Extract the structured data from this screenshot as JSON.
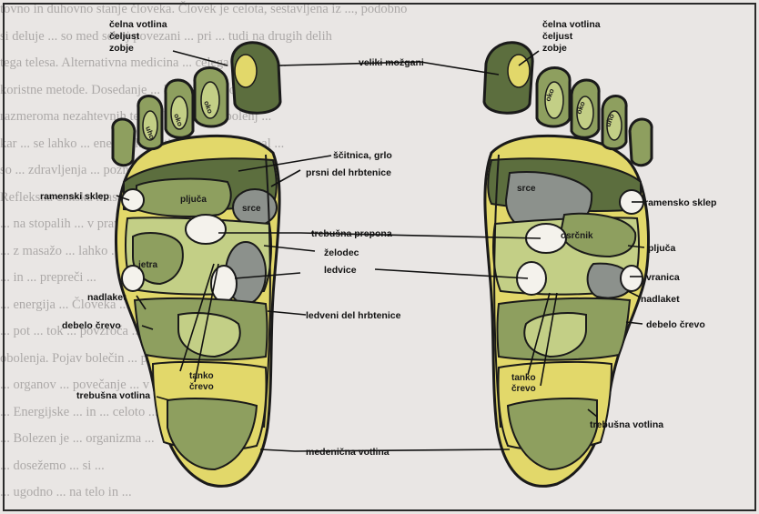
{
  "background_text": [
    "tovno in duhovno stanje človeka. Človek je celota, sestavljena iz ..., podobno",
    "si deluje ... so med seboj povezani ... pri ... tudi na drugih delih",
    "tega telesa. Alternativna medicina ... celega človeka ...",
    "koristne metode. Dosedanje ... ki so jih ... bolezni ...",
    "razmeroma nezahtevnih težav, bolečin ... obolenj ...",
    "kar ... se lahko ... energijske poti in ... z nego stopal ...",
    "so ... zdravljenja ... poznali ...",
    "Refleksna conska masaža stopal ...",
    "... na stopalih ... v pravih ... krvnih žil ...",
    "... z masažo ... lahko ...",
    "... in ... prepreči ...",
    "... energija ... Človeka ... od ...",
    "... pot ... tok ... povzroča ...",
    "obolenja. Pojav bolečin ... problem ...",
    "... organov ... povečanje ... v ...",
    "... Energijske ... in ... celoto ...",
    "... Bolezen je ... organizma ...",
    "... dosežemo ... si ...",
    "... ugodno ... na telo in ..."
  ],
  "labels": {
    "left_celna": "čelna votlina",
    "left_celjust": "čeljust",
    "left_zobje": "zobje",
    "right_celna": "čelna votlina",
    "right_celjust": "čeljust",
    "right_zobje": "zobje",
    "veliki_mozgani": "veliki možgani",
    "scitnica": "ščitnica, grlo",
    "prsni": "prsni del hrbtenice",
    "ramenski_left": "ramenski sklep",
    "ramensko_right": "ramensko sklep",
    "trebusna_prepona": "trebušna prepona",
    "zelodec": "želodec",
    "ledvice": "ledvice",
    "pljuca_right": "pljuča",
    "vranica": "vranica",
    "nadlaket_left": "nadlaket",
    "nadlaket_right": "nadlaket",
    "ledveni": "ledveni del hrbtenice",
    "debelo_left": "debelo črevo",
    "debelo_right": "debelo črevo",
    "trebusna_votlina_left": "trebušna votlina",
    "trebusna_votlina_right": "trebušna votlina",
    "medenicna": "medenična votlina"
  },
  "inner_labels": {
    "pljuca_left": "pljuča",
    "srce_left": "srce",
    "jetra": "jetra",
    "tanko_left_1": "tanko",
    "tanko_left_2": "črevo",
    "srce_right": "srce",
    "osrcnik": "osrčnik",
    "tanko_right_1": "tanko",
    "tanko_right_2": "črevo"
  },
  "toe_labels": {
    "left_eye_1": "oko",
    "left_eye_2": "oko",
    "left_ear": "uho",
    "right_eye_1": "oko",
    "right_eye_2": "oko",
    "right_ear": "uho"
  },
  "colors": {
    "outline": "#1a1a1a",
    "zone_yellow": "#e2d86a",
    "zone_dark_green": "#5c6e3e",
    "zone_mid_green": "#8e9f5f",
    "zone_light_green": "#c3cf86",
    "zone_grey": "#8c918c",
    "zone_white": "#f4f2ec"
  }
}
